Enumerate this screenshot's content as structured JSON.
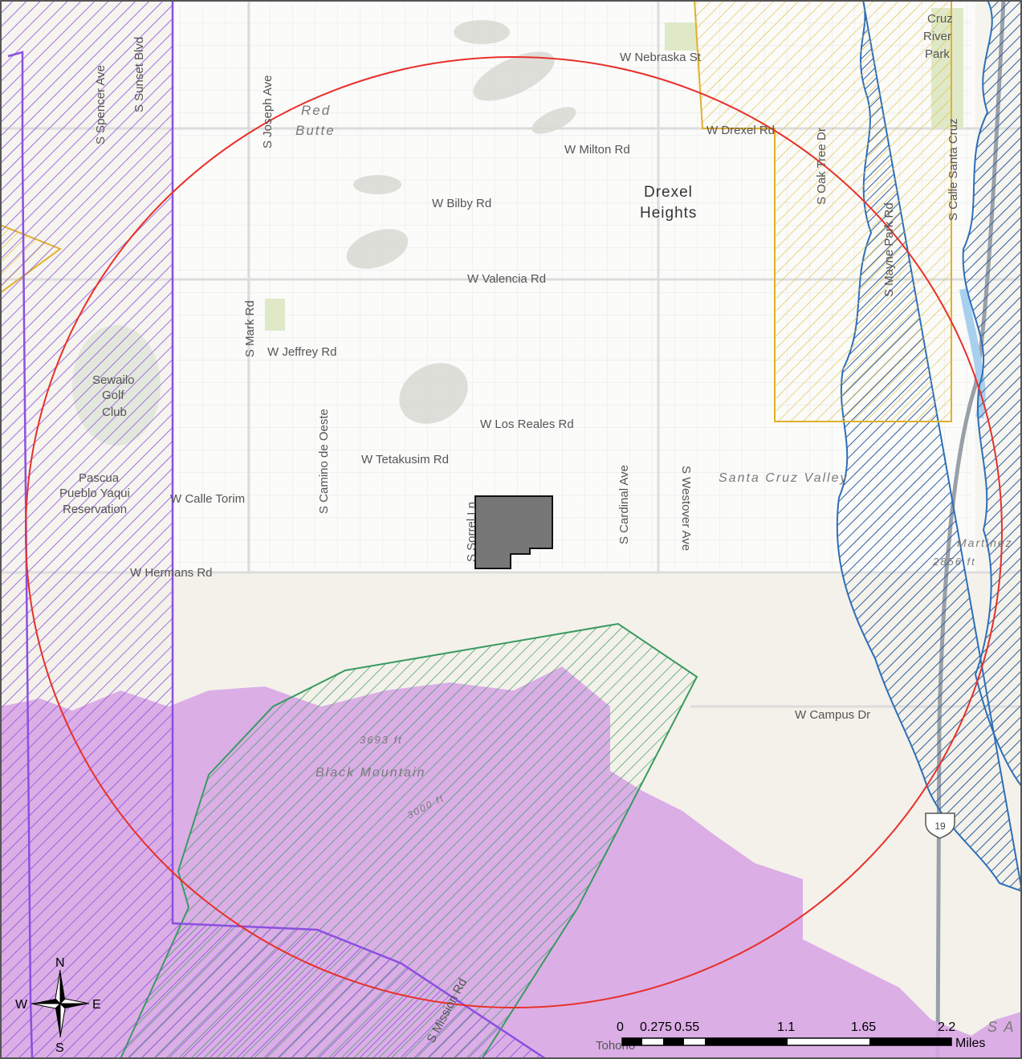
{
  "map": {
    "streets": {
      "nebraska": "W Nebraska St",
      "drexel": "W Drexel Rd",
      "milton": "W Milton Rd",
      "bilby": "W Bilby Rd",
      "valencia": "W Valencia Rd",
      "jeffrey": "W Jeffrey Rd",
      "los_reales": "W Los Reales Rd",
      "tetakusim": "W Tetakusim Rd",
      "calle_torim": "W Calle Torim",
      "hermans": "W Hermans Rd",
      "campus": "W Campus Dr",
      "spencer": "S Spencer Ave",
      "sunset": "S Sunset Blvd",
      "joseph": "S Joseph Ave",
      "mark": "S Mark Rd",
      "camino_oeste": "S Camino de Oeste",
      "sorrel": "S Sorrel Ln",
      "cardinal": "S Cardinal Ave",
      "westover": "S Westover Ave",
      "oak_tree": "S Oak Tree Dr",
      "mission": "S Mission Rd",
      "mayne": "S Mayne Park Rd",
      "santa_cruz_ln": "S Calle Santa Cruz"
    },
    "places": {
      "drexel_line1": "Drexel",
      "drexel_line2": "Heights",
      "red_butte_line1": "Red",
      "red_butte_line2": "Butte",
      "sewailo_line1": "Sewailo",
      "sewailo_line2": "Golf",
      "sewailo_line3": "Club",
      "pascua_line1": "Pascua",
      "pascua_line2": "Pueblo Yaqui",
      "pascua_line3": "Reservation",
      "santa_cruz_valley": "Santa Cruz Valley",
      "black_mountain": "Black Mountain",
      "river_park_line1": "Cruz",
      "river_park_line2": "River",
      "river_park_line3": "Park",
      "martinez": "Martinez",
      "tohono": "Tohono"
    },
    "elevations": {
      "e1": "3693 ft",
      "e2": "3000 ft",
      "e3": "2856 ft"
    },
    "highway_shield": "19",
    "compass": {
      "n": "N",
      "s": "S",
      "e": "E",
      "w": "W"
    },
    "scale": {
      "ticks": [
        "0",
        "0.275",
        "0.55",
        "1.1",
        "1.65",
        "2.2"
      ],
      "unit": "Miles"
    },
    "edge_text": "S A"
  },
  "colors": {
    "buffer_circle": "#e8302a",
    "reservation": "#8c4fe0",
    "green_zone": "#3a9a60",
    "blue_zone": "#2d6fb8",
    "yellow_zone": "#e0b02a",
    "mountain_fill": "#d8a6e6",
    "site_parcel": "#777777"
  }
}
